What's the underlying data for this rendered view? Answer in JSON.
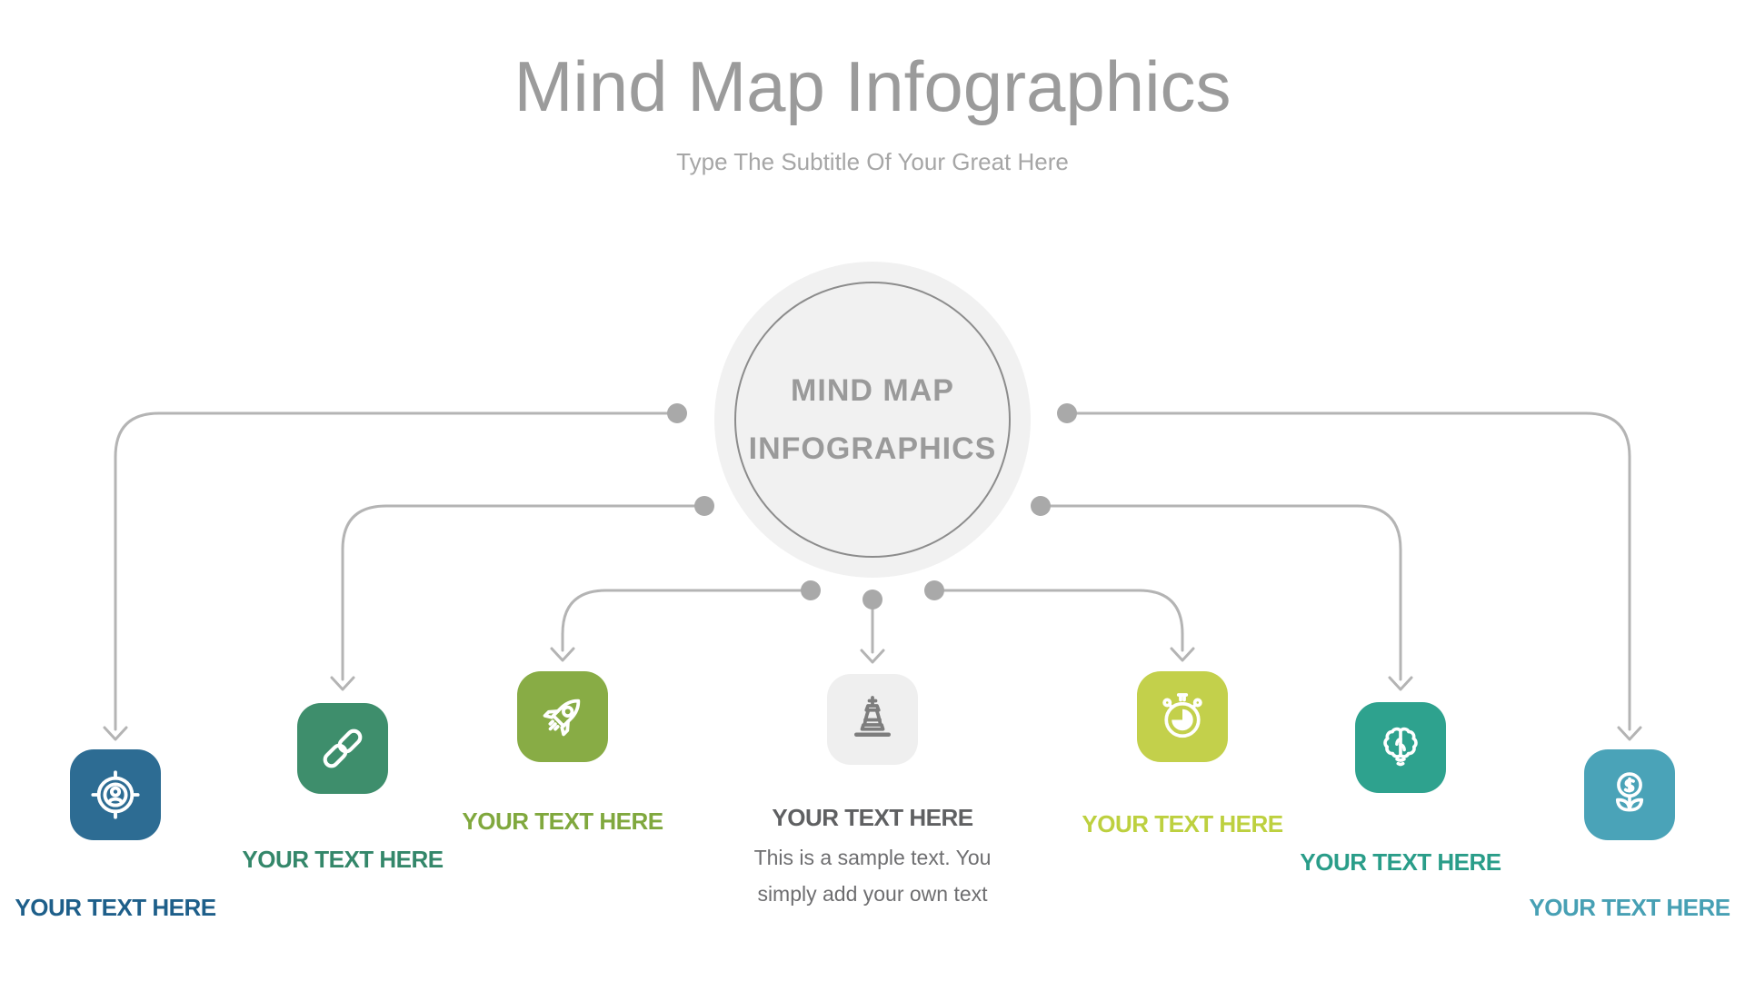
{
  "title": "Mind Map Infographics",
  "subtitle": "Type The Subtitle Of Your Great Here",
  "center_circle": {
    "line1": "MIND MAP",
    "line2": "INFOGRAPHICS"
  },
  "colors": {
    "title_text": "#9b9b9b",
    "subtitle_text": "#a6a6a6",
    "circle_fill": "#f1f1f1",
    "circle_ring": "#8c8c8c",
    "circle_text": "#9a9a9a",
    "connector_line": "#b4b4b4",
    "connector_dot": "#a9a9a9"
  },
  "nodes": [
    {
      "icon": "target-audience-icon",
      "label": "YOUR TEXT HERE",
      "box_color": "#2d6c93",
      "icon_color": "#ffffff",
      "label_color": "#1e5f8a"
    },
    {
      "icon": "chain-link-icon",
      "label": "YOUR TEXT HERE",
      "box_color": "#3e8e6c",
      "icon_color": "#ffffff",
      "label_color": "#34876a"
    },
    {
      "icon": "rocket-icon",
      "label": "YOUR TEXT HERE",
      "box_color": "#88ac45",
      "icon_color": "#ffffff",
      "label_color": "#80a83e"
    },
    {
      "icon": "chess-piece-icon",
      "label": "YOUR TEXT HERE",
      "box_color": "#efefef",
      "icon_color": "#7d7d7d",
      "label_color": "#5f6062",
      "description": "This is a sample text. You simply add your own text",
      "description_color": "#6e6e70"
    },
    {
      "icon": "stopwatch-icon",
      "label": "YOUR TEXT HERE",
      "box_color": "#c3d04b",
      "icon_color": "#ffffff",
      "label_color": "#bdd03f"
    },
    {
      "icon": "brain-idea-icon",
      "label": "YOUR TEXT HERE",
      "box_color": "#2ea28e",
      "icon_color": "#ffffff",
      "label_color": "#2a9d89"
    },
    {
      "icon": "money-growth-icon",
      "label": "YOUR TEXT HERE",
      "box_color": "#4aa3b8",
      "icon_color": "#ffffff",
      "label_color": "#47a0b4"
    }
  ]
}
